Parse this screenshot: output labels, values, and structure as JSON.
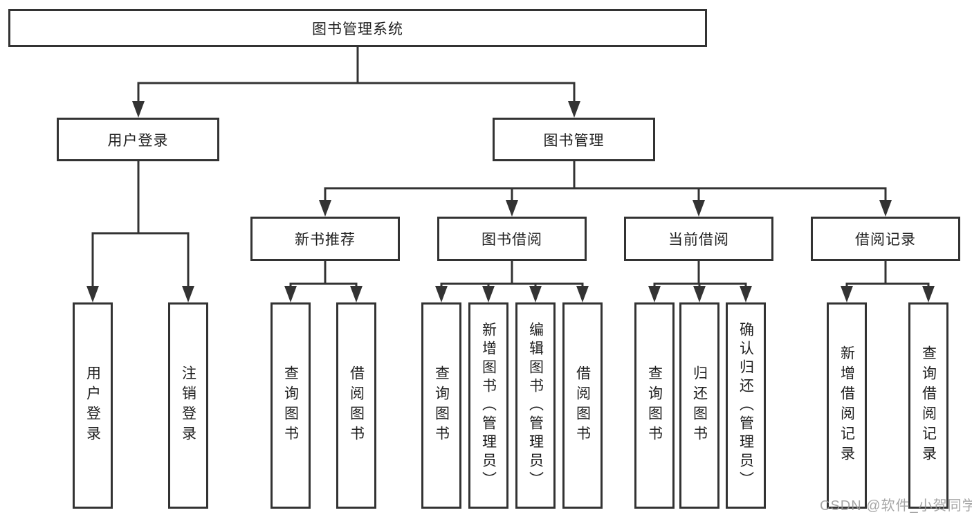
{
  "nodes": {
    "root": {
      "label": "图书管理系统"
    },
    "level2": [
      {
        "label": "用户登录"
      },
      {
        "label": "图书管理"
      }
    ],
    "level3": [
      {
        "label": "新书推荐"
      },
      {
        "label": "图书借阅"
      },
      {
        "label": "当前借阅"
      },
      {
        "label": "借阅记录"
      }
    ],
    "leaves": [
      {
        "label": "用户登录"
      },
      {
        "label": "注销登录"
      },
      {
        "label": "查询图书"
      },
      {
        "label": "借阅图书"
      },
      {
        "label": "查询图书"
      },
      {
        "label": "新增图书（管理员）"
      },
      {
        "label": "编辑图书（管理员）"
      },
      {
        "label": "借阅图书"
      },
      {
        "label": "查询图书"
      },
      {
        "label": "归还图书"
      },
      {
        "label": "确认归还（管理员）"
      },
      {
        "label": "新增借阅记录"
      },
      {
        "label": "查询借阅记录"
      }
    ]
  },
  "watermark": {
    "text": "CSDN @软件_小贺同学"
  },
  "colors": {
    "line": "#333333",
    "text": "#1f1f1f",
    "watermark": "#969696",
    "background": "#ffffff"
  }
}
